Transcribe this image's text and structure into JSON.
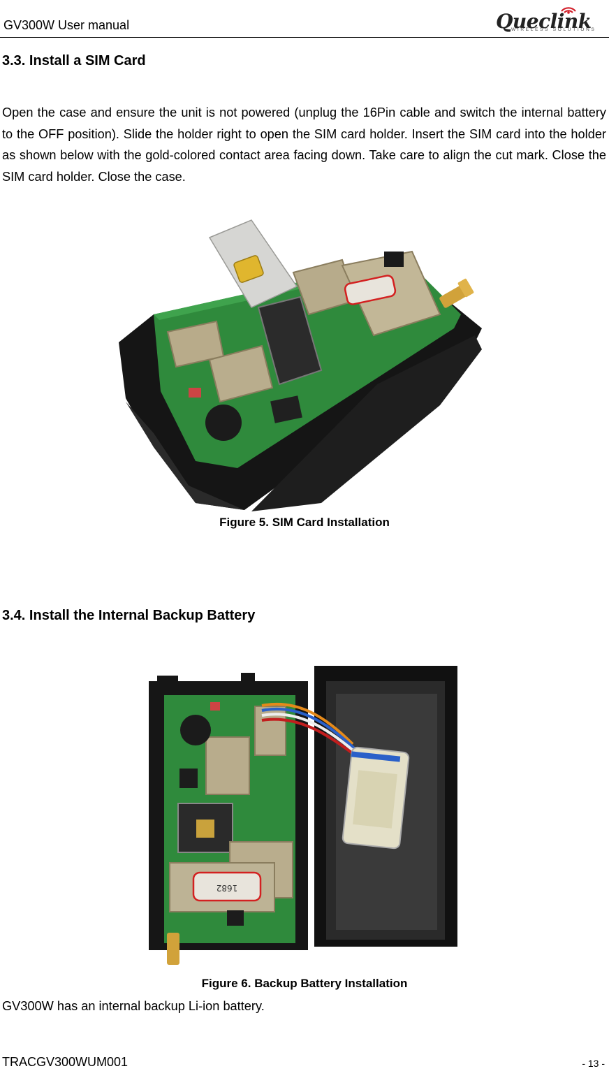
{
  "header": {
    "title": "GV300W User manual",
    "logo_text": "Queclink",
    "logo_subtext": "WIRELESS SOLUTIONS"
  },
  "section_sim": {
    "heading": "3.3. Install a SIM Card",
    "paragraph": "Open the case and ensure the unit is not powered (unplug the 16Pin cable and switch the internal battery to the OFF position). Slide the holder right to open the SIM card holder. Insert the SIM card into the holder as shown below with the gold-colored contact area facing down. Take care to align the cut mark. Close the SIM card holder. Close the case.",
    "figure_caption": "Figure 5.  SIM Card Installation"
  },
  "section_battery": {
    "heading": "3.4. Install the Internal Backup Battery",
    "figure_caption": "Figure 6.  Backup Battery Installation",
    "body_text": "GV300W has an internal backup Li-ion battery.",
    "board_label": "1682"
  },
  "footer": {
    "doc_id": "TRACGV300WUM001",
    "page_number": "- 13 -"
  }
}
